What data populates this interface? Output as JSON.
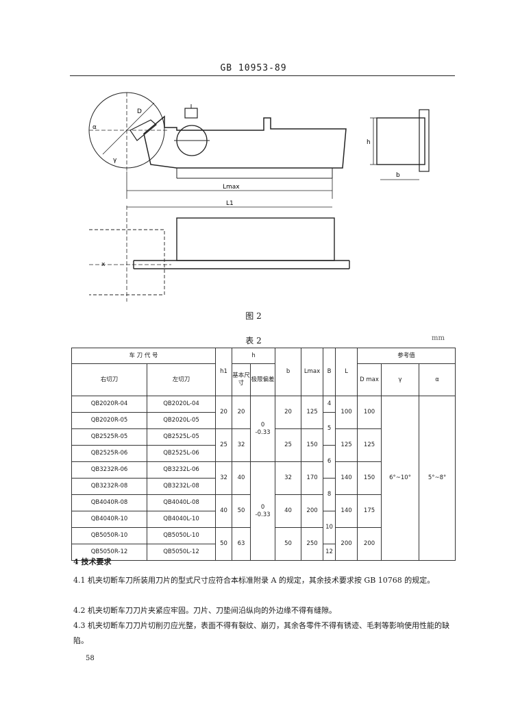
{
  "header": {
    "standard": "GB 10953-89"
  },
  "figure": {
    "caption": "图 2",
    "labels": {
      "l_max": "Lmax",
      "l1": "L1",
      "h": "h",
      "b": "b",
      "d": "D",
      "alpha": "α",
      "gamma": "γ",
      "x": "x"
    }
  },
  "table": {
    "caption": "表 2",
    "unit": "mm",
    "headers": {
      "code": "车 刀 代 号",
      "right": "右切刀",
      "left": "左切刀",
      "h1": "h1",
      "h": "h",
      "h_basic": "基本尺寸",
      "h_tol": "极限偏差",
      "b": "b",
      "lmax": "Lmax",
      "B": "B",
      "L": "L",
      "ref": "参考值",
      "D": "D max",
      "gamma": "γ",
      "alpha": "α"
    },
    "rows": [
      {
        "right": "QB2020R-04",
        "left": "QB2020L-04"
      },
      {
        "right": "QB2020R-05",
        "left": "QB2020L-05"
      },
      {
        "right": "QB2525R-05",
        "left": "QB2525L-05"
      },
      {
        "right": "QB2525R-06",
        "left": "QB2525L-06"
      },
      {
        "right": "QB3232R-06",
        "left": "QB3232L-06"
      },
      {
        "right": "QB3232R-08",
        "left": "QB3232L-08"
      },
      {
        "right": "QB4040R-08",
        "left": "QB4040L-08"
      },
      {
        "right": "QB4040R-10",
        "left": "QB4040L-10"
      },
      {
        "right": "QB5050R-10",
        "left": "QB5050L-10"
      },
      {
        "right": "QB5050R-12",
        "left": "QB5050L-12"
      }
    ],
    "groups": [
      {
        "h1": "20",
        "h": "20",
        "b": "20",
        "lmax": "125",
        "L": "100",
        "D": "100"
      },
      {
        "h1": "25",
        "h": "32",
        "b": "25",
        "lmax": "150",
        "L": "125",
        "D": "125"
      },
      {
        "h1": "32",
        "h": "40",
        "b": "32",
        "lmax": "170",
        "L": "140",
        "D": "150"
      },
      {
        "h1": "40",
        "h": "50",
        "b": "40",
        "lmax": "200",
        "L": "140",
        "D": "175"
      },
      {
        "h1": "50",
        "h": "63",
        "b": "50",
        "lmax": "250",
        "L": "200",
        "D": "200"
      }
    ],
    "tolerance": {
      "top": "0\n-0.33",
      "bottom": "0\n-0.33"
    },
    "B_values": [
      "4",
      "5",
      "6",
      "8",
      "10",
      "12"
    ],
    "gamma_value": "6°~10°",
    "alpha_value": "5°~8°"
  },
  "section": {
    "title": "4  技术要求"
  },
  "paragraphs": [
    "4.1  机夹切断车刀所装用刀片的型式尺寸应符合本标准附录 A 的规定，其余技术要求按 GB 10768 的规定。",
    "4.2  机夹切断车刀刀片夹紧应牢固。刀片、刀垫间沿纵向的外边缘不得有缝隙。",
    "4.3  机夹切断车刀刀片切削刃应光整，表面不得有裂纹、崩刃，其余各零件不得有锈迹、毛刺等影响使用性能的缺陷。"
  ],
  "page_number": "58"
}
